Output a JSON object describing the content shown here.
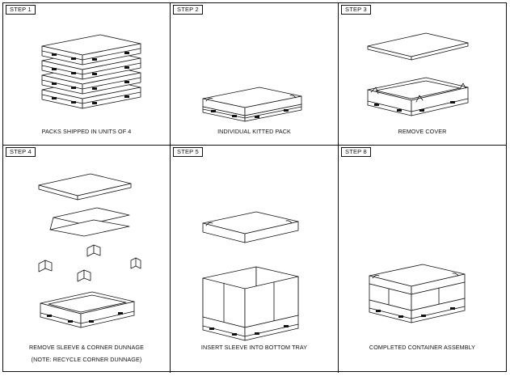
{
  "steps": [
    {
      "label": "STEP 1",
      "caption": "PACKS SHIPPED IN UNITS OF 4"
    },
    {
      "label": "STEP 2",
      "caption": "INDIVIDUAL KITTED PACK"
    },
    {
      "label": "STEP 3",
      "caption": "REMOVE COVER"
    },
    {
      "label": "STEP 4",
      "caption": "REMOVE SLEEVE & CORNER DUNNAGE",
      "note": "(NOTE: RECYCLE CORNER DUNNAGE)"
    },
    {
      "label": "STEP 5",
      "caption": "INSERT SLEEVE INTO BOTTOM TRAY"
    },
    {
      "label": "STEP 8",
      "caption": "COMPLETED CONTAINER ASSEMBLY"
    }
  ]
}
